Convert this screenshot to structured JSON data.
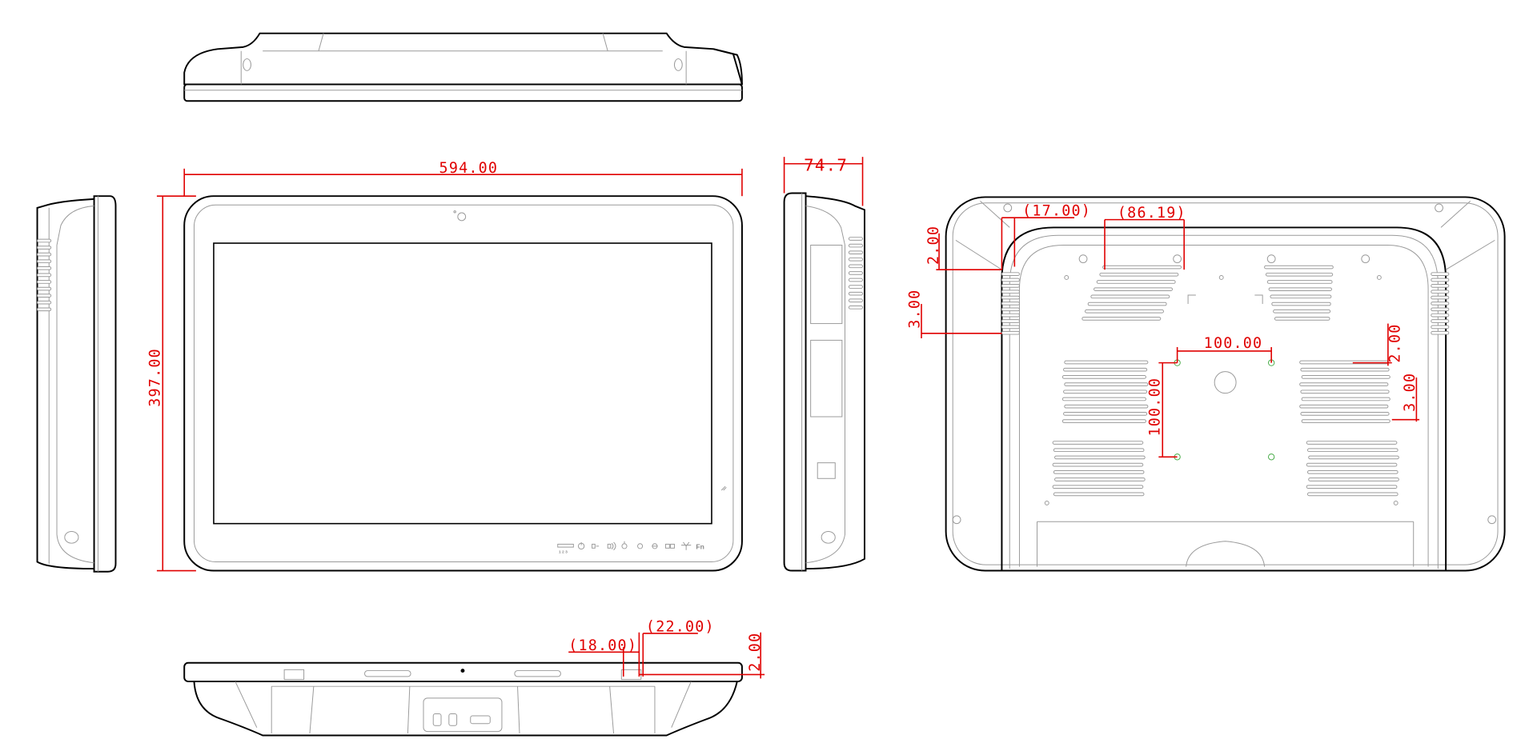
{
  "colors": {
    "outline": "#000000",
    "detail": "#9a9a9a",
    "dimension": "#e00000"
  },
  "dimensions": {
    "front_width": "594.00",
    "front_height": "397.00",
    "depth": "74.7",
    "back_offset_x": "(17.00)",
    "back_vent_width": "(86.19)",
    "back_left_gap": "2.00",
    "back_left_gap2": "3.00",
    "back_right_gap": "2.00",
    "back_right_gap2": "3.00",
    "vesa_horizontal": "100.00",
    "vesa_vertical": "100.00",
    "bottom_offset_a": "(18.00)",
    "bottom_offset_b": "(22.00)",
    "bottom_gap": "2.00"
  },
  "front_panel": {
    "icons": [
      "battery-indicator-icon",
      "power-icon",
      "volume-down-icon",
      "volume-up-icon",
      "brightness-up-icon",
      "brightness-down-icon",
      "minus-icon",
      "dual-display-icon",
      "fan-icon"
    ],
    "fn_label": "Fn"
  }
}
